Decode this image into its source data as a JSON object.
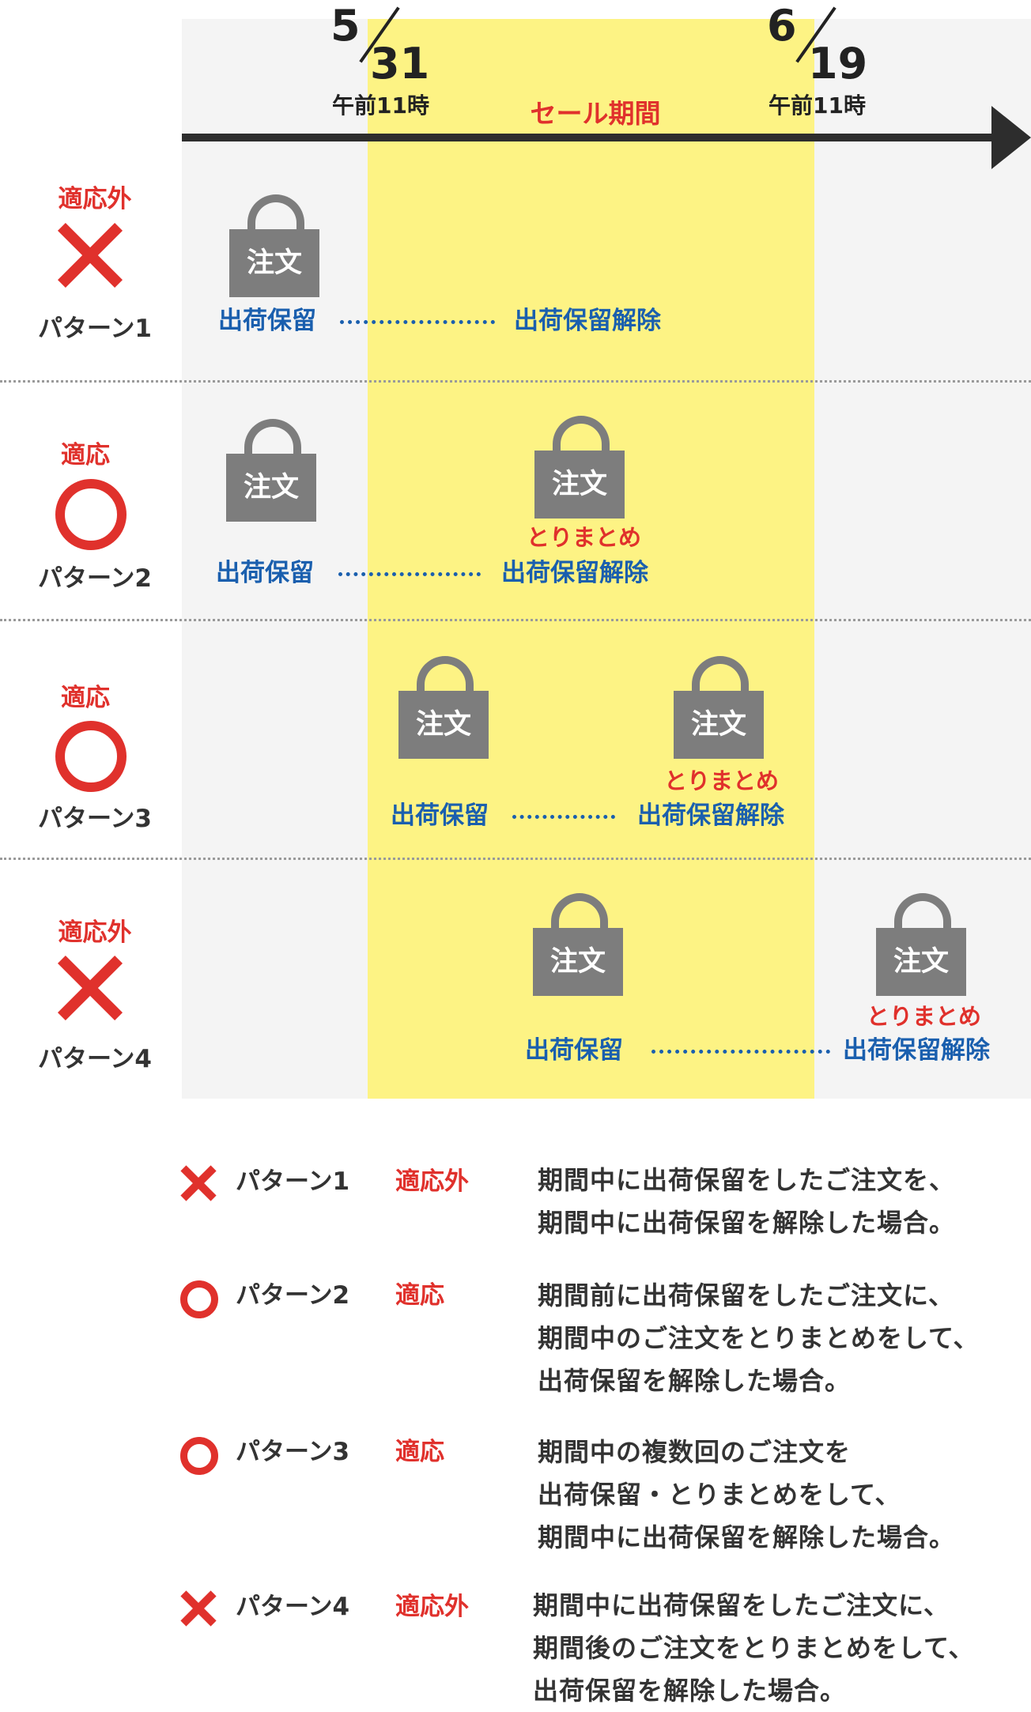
{
  "timeline": {
    "start_date_month": "5",
    "start_date_day": "31",
    "start_time": "午前11時",
    "end_date_month": "6",
    "end_date_day": "19",
    "end_time": "午前11時",
    "sale_period_label": "セール期間"
  },
  "labels": {
    "order": "注文",
    "hold": "出荷保留",
    "release": "出荷保留解除",
    "bundle": "とりまとめ"
  },
  "patterns": [
    {
      "name": "パターン1",
      "status": "適応外",
      "mark": "x-icon"
    },
    {
      "name": "パターン2",
      "status": "適応",
      "mark": "circle-icon"
    },
    {
      "name": "パターン3",
      "status": "適応",
      "mark": "circle-icon"
    },
    {
      "name": "パターン4",
      "status": "適応外",
      "mark": "x-icon"
    }
  ],
  "legend": [
    {
      "name": "パターン1",
      "status": "適応外",
      "desc": [
        "期間中に出荷保留をしたご注文を、",
        "期間中に出荷保留を解除した場合。"
      ]
    },
    {
      "name": "パターン2",
      "status": "適応",
      "desc": [
        "期間前に出荷保留をしたご注文に、",
        "期間中のご注文をとりまとめをして、",
        "出荷保留を解除した場合。"
      ]
    },
    {
      "name": "パターン3",
      "status": "適応",
      "desc": [
        "期間中の複数回のご注文を",
        "出荷保留・とりまとめをして、",
        "期間中に出荷保留を解除した場合。"
      ]
    },
    {
      "name": "パターン4",
      "status": "適応外",
      "desc": [
        "期間中に出荷保留をしたご注文に、",
        "期間後のご注文をとりまとめをして、",
        "出荷保留を解除した場合。"
      ]
    }
  ],
  "colors": {
    "accent_red": "#e0312c",
    "blue": "#1a5fae",
    "sale_yellow": "#fdf384",
    "bag_gray": "#7d7d7d",
    "band_gray": "#f4f4f4"
  }
}
